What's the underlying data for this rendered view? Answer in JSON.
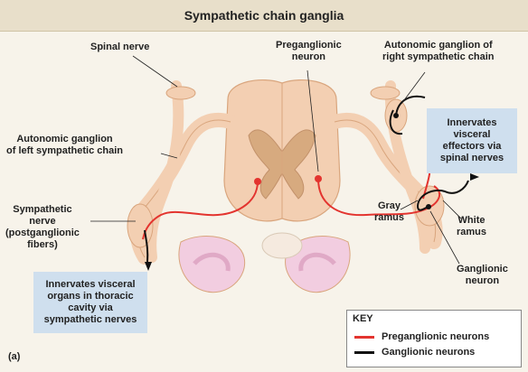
{
  "title": "Sympathetic chain ganglia",
  "labels": {
    "spinal_nerve": "Spinal nerve",
    "preganglionic_neuron": "Preganglionic\nneuron",
    "autonomic_ganglion_right": "Autonomic ganglion of\nright sympathetic chain",
    "autonomic_ganglion_left": "Autonomic ganglion\nof left sympathetic chain",
    "sympathetic_nerve": "Sympathetic\nnerve\n(postganglionic\nfibers)",
    "gray_ramus": "Gray\nramus",
    "white_ramus": "White\nramus",
    "ganglionic_neuron": "Ganglionic\nneuron"
  },
  "boxes": {
    "visceral_effectors": "Innervates\nvisceral\neffectors via\nspinal nerves",
    "thoracic_organs": "Innervates visceral\norgans in thoracic\ncavity via\nsympathetic nerves"
  },
  "key": {
    "title": "KEY",
    "items": [
      {
        "label": "Preganglionic neurons",
        "color": "#e3342f"
      },
      {
        "label": "Ganglionic neurons",
        "color": "#111111"
      }
    ]
  },
  "panel_letter": "(a)",
  "colors": {
    "header_bg": "#e8dfca",
    "tissue": "#f3cfb2",
    "tissue_dark": "#d9a57d",
    "gray_matter": "#d7aa7f",
    "box_bg": "#cfdfee",
    "preganglionic": "#e3342f",
    "ganglionic": "#111111",
    "organ": "#f2cde0"
  }
}
